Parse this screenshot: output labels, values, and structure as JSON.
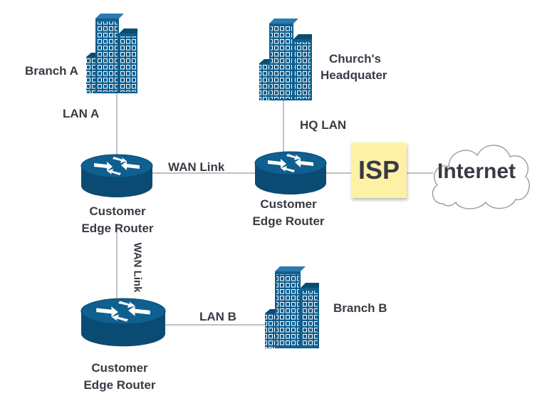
{
  "sites": {
    "branch_a": "Branch A",
    "hq_line1": "Church's",
    "hq_line2": "Headquater",
    "branch_b": "Branch B"
  },
  "lans": {
    "lan_a": "LAN A",
    "hq_lan": "HQ LAN",
    "lan_b": "LAN B"
  },
  "links": {
    "wan_horizontal": "WAN Link",
    "wan_vertical": "WAN Link"
  },
  "routers": {
    "label_line1": "Customer",
    "label_line2": "Edge Router"
  },
  "isp": {
    "label": "ISP",
    "note_color": "#fdf1a6"
  },
  "internet": {
    "label": "Internet"
  },
  "colors": {
    "device_blue": "#0f5f8f",
    "device_blue_dark": "#0a4b73",
    "line": "#9a9a9a",
    "text": "#3a3a45"
  }
}
